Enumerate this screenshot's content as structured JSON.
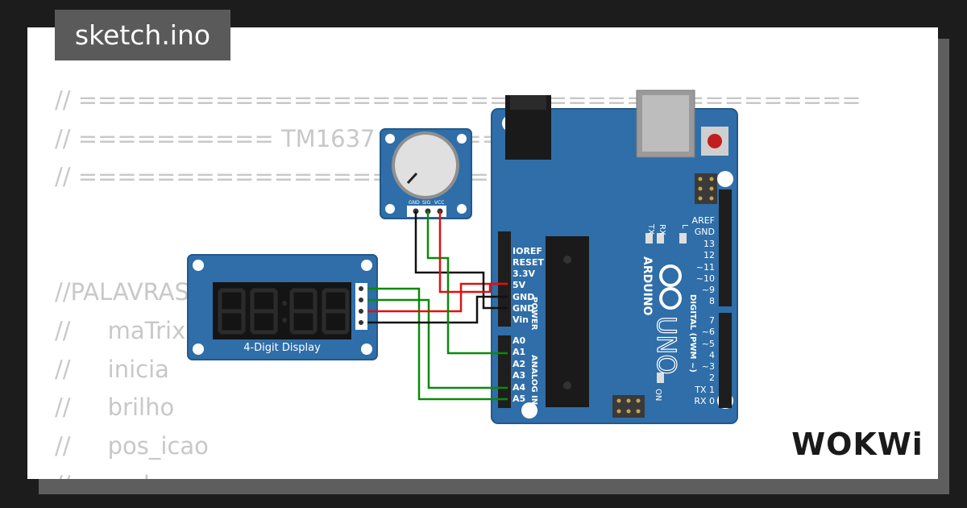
{
  "tab": {
    "filename": "sketch.ino"
  },
  "code_lines": [
    "// ========================================",
    "// ========== TM1637 [INI============",
    "// =============================",
    "",
    "//PALAVRAS RESERVADAS",
    "//     maTrix",
    "//     inicia",
    "//     brilho",
    "//     pos_icao",
    "//     cod"
  ],
  "display_module": {
    "label": "4-Digit Display"
  },
  "potentiometer": {
    "pins": [
      "GND",
      "SIG",
      "VCC"
    ]
  },
  "arduino": {
    "brand": "ARDUINO",
    "model": "UNO",
    "power_pins": [
      "IOREF",
      "RESET",
      "3.3V",
      "5V",
      "GND",
      "GND",
      "Vin"
    ],
    "power_label": "POWER",
    "analog_pins": [
      "A0",
      "A1",
      "A2",
      "A3",
      "A4",
      "A5"
    ],
    "analog_label": "ANALOG IN",
    "digital_pins_top": [
      "AREF",
      "GND",
      "13",
      "12",
      "~11",
      "~10",
      "~9",
      "8"
    ],
    "digital_pins_bottom": [
      "7",
      "~6",
      "~5",
      "4",
      "~3",
      "2",
      "TX 1",
      "RX 0"
    ],
    "digital_label": "DIGITAL (PWM ~)",
    "led_labels": [
      "TX",
      "RX",
      "L"
    ],
    "on_label": "ON"
  },
  "logo": {
    "text": "WOKWi"
  },
  "colors": {
    "board": "#2f6ea8",
    "wire_red": "#e01010",
    "wire_green": "#0a8a0a",
    "wire_black": "#111111"
  }
}
